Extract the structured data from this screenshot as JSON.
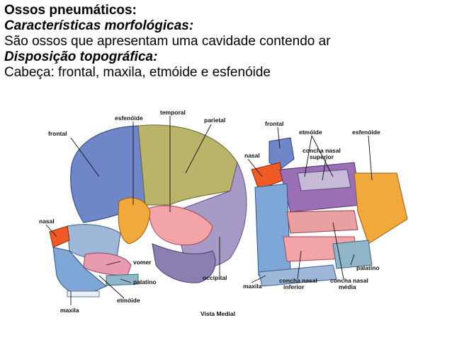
{
  "heading": "Ossos pneumáticos:",
  "section1_title": "Características morfológicas:",
  "section1_text": "São ossos que apresentam uma cavidade contendo ar",
  "section2_title": "Disposição topográfica:",
  "section2_text": "Cabeça: frontal, maxila, etmóide e esfenóide",
  "figure": {
    "left_labels": {
      "esfenoide": "esfenóide",
      "temporal": "temporal",
      "parietal": "parietal",
      "frontal": "frontal",
      "nasal": "nasal",
      "vomer": "vomer",
      "palatino": "palatino",
      "occipital": "occipital",
      "etmoide": "etmóide",
      "maxila": "maxila"
    },
    "right_labels": {
      "frontal": "frontal",
      "etmoide": "etmóide",
      "esfenoide": "esfenóide",
      "nasal": "nasal",
      "concha_superior_1": "concha nasal",
      "concha_superior_2": "superior",
      "palatino": "palatino",
      "maxila": "maxila",
      "concha_inferior_1": "concha nasal",
      "concha_inferior_2": "inferior",
      "concha_media_1": "concha nasal",
      "concha_media_2": "média"
    },
    "caption": "Vista Medial",
    "colors": {
      "frontal": "#6f86c9",
      "parietal": "#b9b46a",
      "temporal": "#f2a4a8",
      "occipital": "#a79ac7",
      "esfenoide": "#f2a93b",
      "nasal": "#f05a24",
      "maxila": "#7ea6d6",
      "palatino": "#8fb6c8",
      "etmoide": "#9b6fb5",
      "vomer": "#e89ab0",
      "concha": "#e8a0a0"
    }
  }
}
